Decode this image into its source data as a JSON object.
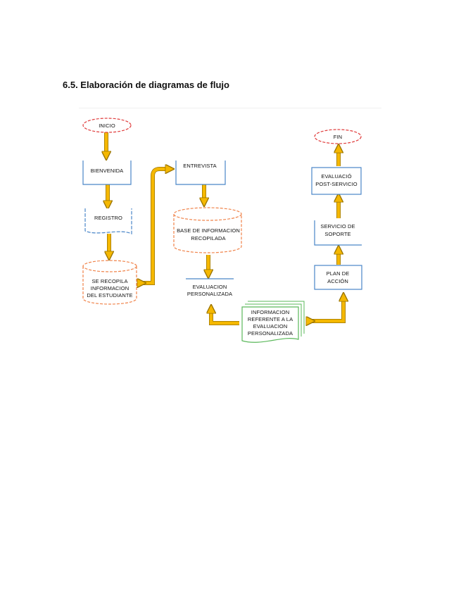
{
  "section": {
    "title": "6.5. Elaboración de diagramas de flujo"
  },
  "flowchart": {
    "nodes": {
      "inicio": {
        "label": "INICIO"
      },
      "bienvenida": {
        "label": "BIENVENIDA"
      },
      "registro": {
        "label": "REGISTRO"
      },
      "recopila": {
        "lines": [
          "SE RECOPILA",
          "INFORMACION",
          "DEL ESTUDIANTE"
        ]
      },
      "entrevista": {
        "label": "ENTREVISTA"
      },
      "base": {
        "lines": [
          "BASE DE INFORMACION",
          "RECOPILADA"
        ]
      },
      "evaluacion": {
        "lines": [
          "EVALUACION",
          "PERSONALIZADA"
        ]
      },
      "informacion": {
        "lines": [
          "INFORMACION",
          "REFERENTE A LA",
          "EVALUACION",
          "PERSONALIZADA"
        ]
      },
      "plan": {
        "lines": [
          "PLAN DE",
          "ACCIÓN"
        ]
      },
      "servicio": {
        "lines": [
          "SERVICIO DE",
          "SOPORTE"
        ]
      },
      "post": {
        "lines": [
          "EVALUACIÓ",
          "POST-SERVICIO"
        ]
      },
      "fin": {
        "label": "FIN"
      }
    },
    "colors": {
      "terminator": "#e03c3c",
      "process": "#4a86c8",
      "database": "#f0834a",
      "document": "#5bb85b",
      "arrow_fill": "#f5b800",
      "arrow_edge": "#9a7400"
    }
  }
}
